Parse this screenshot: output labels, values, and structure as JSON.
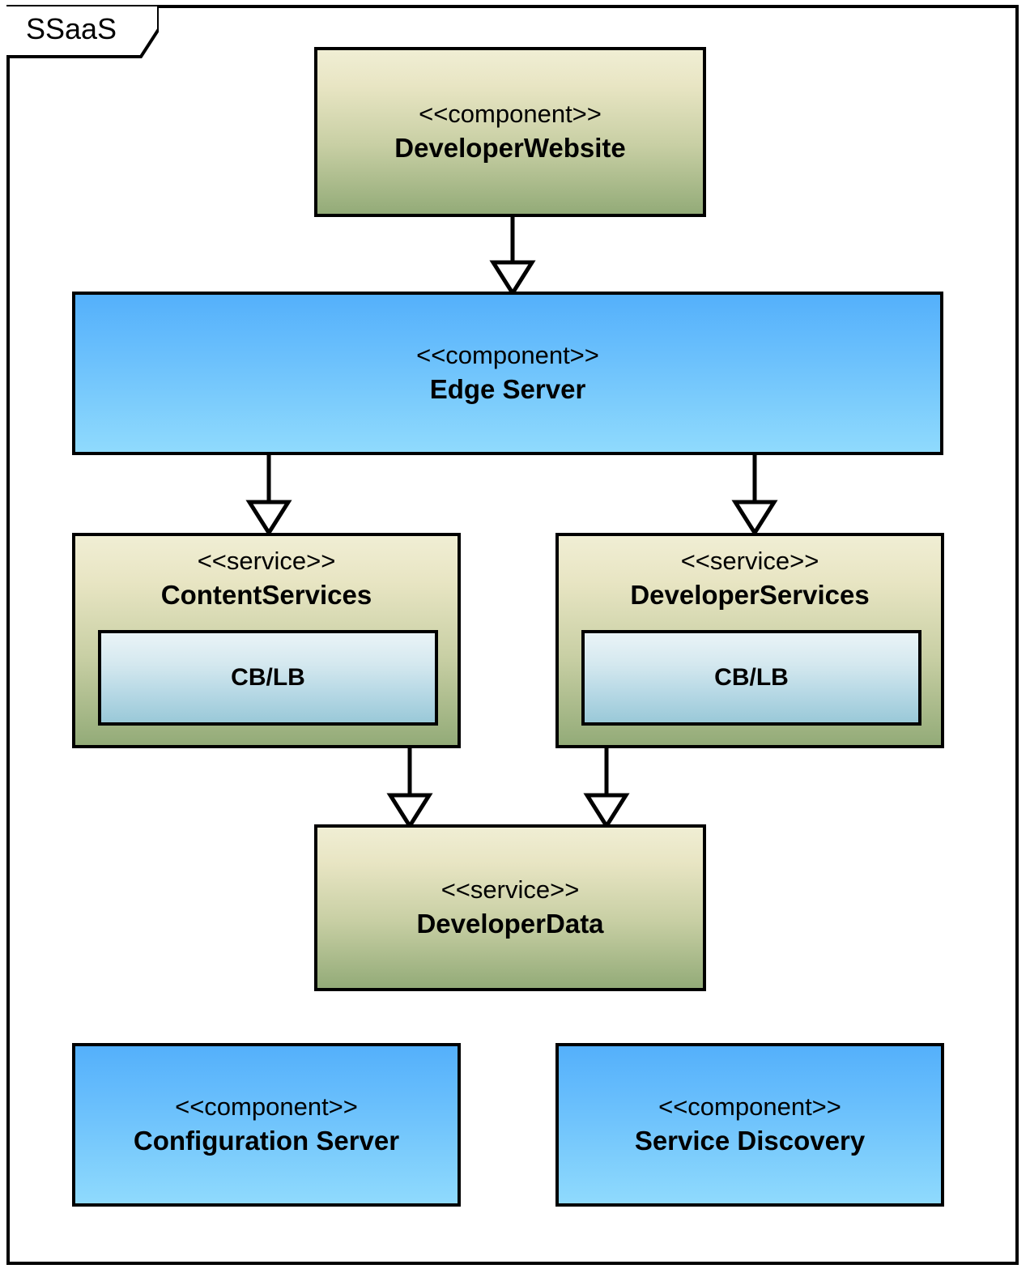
{
  "diagram": {
    "frame_label": "SSaaS",
    "background_color": "#ffffff",
    "border_color": "#000000"
  },
  "palette": {
    "olive_top": "#f0eed4",
    "olive_bottom": "#93ab78",
    "blue_top": "#54b0fb",
    "blue_bottom": "#8fdafd",
    "subbox_top": "#eaf4f7",
    "subbox_bottom": "#9ac9d8",
    "stroke": "#000000"
  },
  "nodes": {
    "developer_website": {
      "stereotype": "<<component>>",
      "name": "DeveloperWebsite",
      "style": "olive"
    },
    "edge_server": {
      "stereotype": "<<component>>",
      "name": "Edge Server",
      "style": "blue"
    },
    "content_services": {
      "stereotype": "<<service>>",
      "name": "ContentServices",
      "style": "olive",
      "sub": {
        "name": "CB/LB"
      }
    },
    "developer_services": {
      "stereotype": "<<service>>",
      "name": "DeveloperServices",
      "style": "olive",
      "sub": {
        "name": "CB/LB"
      }
    },
    "developer_data": {
      "stereotype": "<<service>>",
      "name": "DeveloperData",
      "style": "olive"
    },
    "configuration_server": {
      "stereotype": "<<component>>",
      "name": "Configuration Server",
      "style": "blue"
    },
    "service_discovery": {
      "stereotype": "<<component>>",
      "name": "Service Discovery",
      "style": "blue"
    }
  },
  "connections": [
    {
      "id": "website-to-edge",
      "from": "DeveloperWebsite",
      "to": "Edge Server",
      "arrow": "hollow-triangle"
    },
    {
      "id": "edge-to-content",
      "from": "Edge Server",
      "to": "ContentServices",
      "arrow": "hollow-triangle"
    },
    {
      "id": "edge-to-devservices",
      "from": "Edge Server",
      "to": "DeveloperServices",
      "arrow": "hollow-triangle"
    },
    {
      "id": "content-to-data",
      "from": "ContentServices",
      "to": "DeveloperData",
      "arrow": "hollow-triangle"
    },
    {
      "id": "devservices-to-data",
      "from": "DeveloperServices",
      "to": "DeveloperData",
      "arrow": "hollow-triangle"
    }
  ]
}
